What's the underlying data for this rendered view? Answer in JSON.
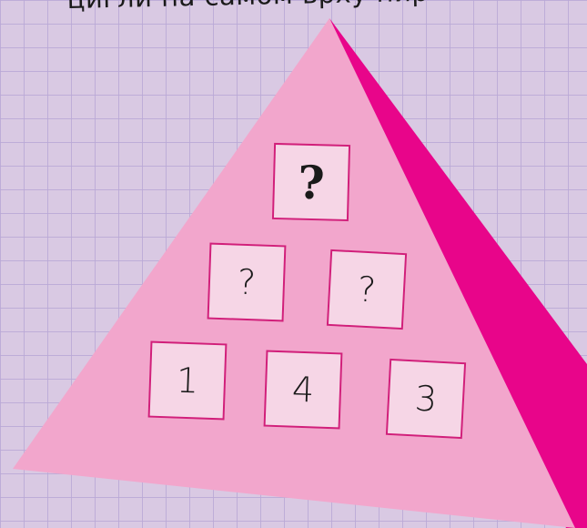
{
  "caption": "цигли на самом врху пир",
  "colors": {
    "background": "#d9c9e3",
    "grid": "#baa8d6",
    "pyramid_front": "#f2a6cc",
    "pyramid_side": "#e8058a",
    "brick_fill": "#f6d6e6",
    "brick_border": "#d11f7a"
  },
  "bricks": {
    "top": "?",
    "middle_left": "?",
    "middle_right": "?",
    "bottom_left": "1",
    "bottom_middle": "4",
    "bottom_right": "3"
  }
}
